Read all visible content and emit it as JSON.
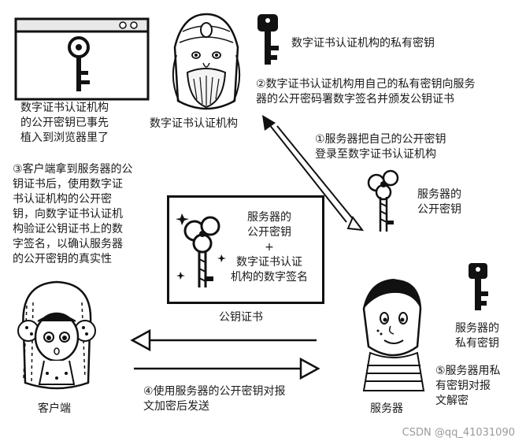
{
  "labels": {
    "ca_private_key": "数字证书认证机构的私有密钥",
    "step2": "②数字证书认证机构用自己的私有密钥向服务\n器的公开密码署数字签名并颁发公钥证书",
    "ca": "数字证书认证机构",
    "browser_key": "数字证书认证机构\n的公开密钥已事先\n植入到浏览器里了",
    "step1": "①服务器把自己的公开密钥\n登录至数字证书认证机构",
    "server_public_key": "服务器的\n公开密钥",
    "step3": "③客户端拿到服务器的公\n钥证书后，使用数字证\n书认证机构的公开密\n钥，向数字证书认证机\n构验证公钥证书上的数\n字签名，以确认服务器\n的公开密钥的真实性",
    "cert_content": "服务器的\n公开密钥\n+\n数字证书认证\n机构的数字签名",
    "cert_caption": "公钥证书",
    "server_private_key": "服务器的\n私有密钥",
    "step5": "⑤服务器用私\n有密钥对报\n文解密",
    "step4": "④使用服务器的公开密钥对报\n文加密后发送",
    "client": "客户端",
    "server": "服务器"
  },
  "watermark": "CSDN @qq_41031090",
  "icons": [
    "browser-window-icon",
    "key-icon",
    "ca-figure-icon",
    "client-figure-icon",
    "server-figure-icon"
  ]
}
